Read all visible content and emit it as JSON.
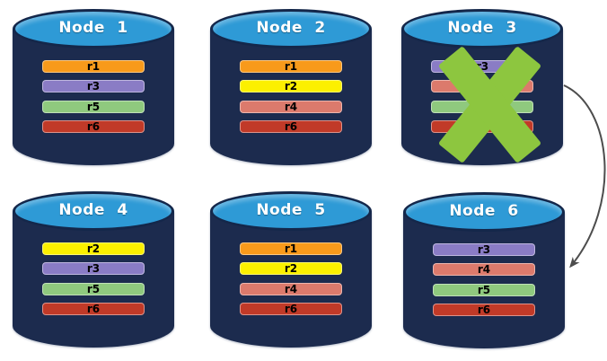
{
  "background": "#FFFFFF",
  "colors": {
    "cylinder_body": "#1C2B4E",
    "cylinder_top_fill": "#2E9AD6",
    "cylinder_outline": "#14274A",
    "node_title_text": "#FFFFFF",
    "replica_label_text": "#000000",
    "x_mark": "#8DC63F",
    "arrow": "#4D4D4D",
    "replica_colors": {
      "r1": "#F89A1B",
      "r2": "#FCF000",
      "r3": "#8A7CC5",
      "r4": "#DC7A6C",
      "r5": "#8FC97E",
      "r6": "#C13A28"
    }
  },
  "nodes": [
    {
      "label": "Node 1",
      "replicas": [
        "r1",
        "r3",
        "r5",
        "r6"
      ],
      "failed": false
    },
    {
      "label": "Node 2",
      "replicas": [
        "r1",
        "r2",
        "r4",
        "r6"
      ],
      "failed": false
    },
    {
      "label": "Node 3",
      "replicas": [
        "r3",
        "r4",
        "r5",
        "r6"
      ],
      "failed": true
    },
    {
      "label": "Node 4",
      "replicas": [
        "r2",
        "r3",
        "r5",
        "r6"
      ],
      "failed": false
    },
    {
      "label": "Node 5",
      "replicas": [
        "r1",
        "r2",
        "r4",
        "r6"
      ],
      "failed": false
    },
    {
      "label": "Node 6",
      "replicas": [
        "r3",
        "r4",
        "r5",
        "r6"
      ],
      "failed": false
    }
  ],
  "arrow": {
    "from": "Node 3",
    "to": "Node 6"
  }
}
